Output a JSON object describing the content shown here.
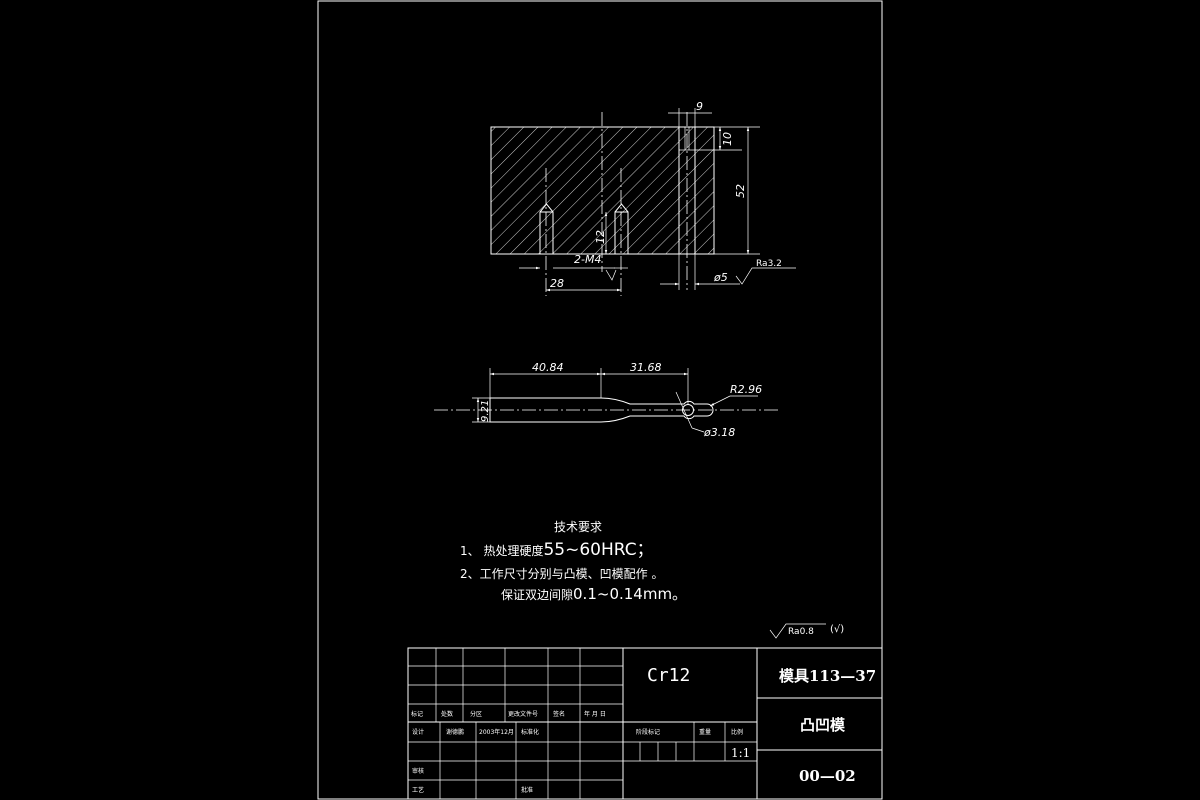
{
  "top_view": {
    "dim_9": "9",
    "dim_10": "10",
    "dim_52": "52",
    "dim_12": "12",
    "thread_note": "2-M4",
    "dim_28": "28",
    "dim_dia5": "ø5",
    "roughness_top": "Ra3.2"
  },
  "side_view": {
    "dim_40_84": "40.84",
    "dim_31_68": "31.68",
    "dim_r296": "R2.96",
    "dim_dia318": "ø3.18",
    "dim_left": "9.21"
  },
  "tech_req": {
    "title": "技术要求",
    "line1_prefix": "1、  热处理硬度",
    "line1_value": "55~60HRC；",
    "line2": "2、工作尺寸分别与凸模、凹模配作  。",
    "line3_prefix": "保证双边间隙",
    "line3_value": "0.1~0.14mm。"
  },
  "roughness_general": "Ra0.8",
  "roughness_general_suffix": "(√)",
  "title_block": {
    "material": "Cr12",
    "drawing_code": "模具113—37",
    "part_name": "凸凹模",
    "drawing_number": "00—02",
    "scale": "1:1",
    "row_labels": {
      "mark": "标记",
      "count": "处数",
      "zone": "分区",
      "change_doc": "更改文件号",
      "signature": "签名",
      "date": "年 月 日",
      "design": "设计",
      "designer": "谢德鹏",
      "design_date": "2003年12月",
      "standardize": "标准化",
      "stage_mark": "阶段标记",
      "weight": "重量",
      "scale_label": "比例",
      "review": "审核",
      "process": "工艺",
      "approve": "批准"
    }
  }
}
